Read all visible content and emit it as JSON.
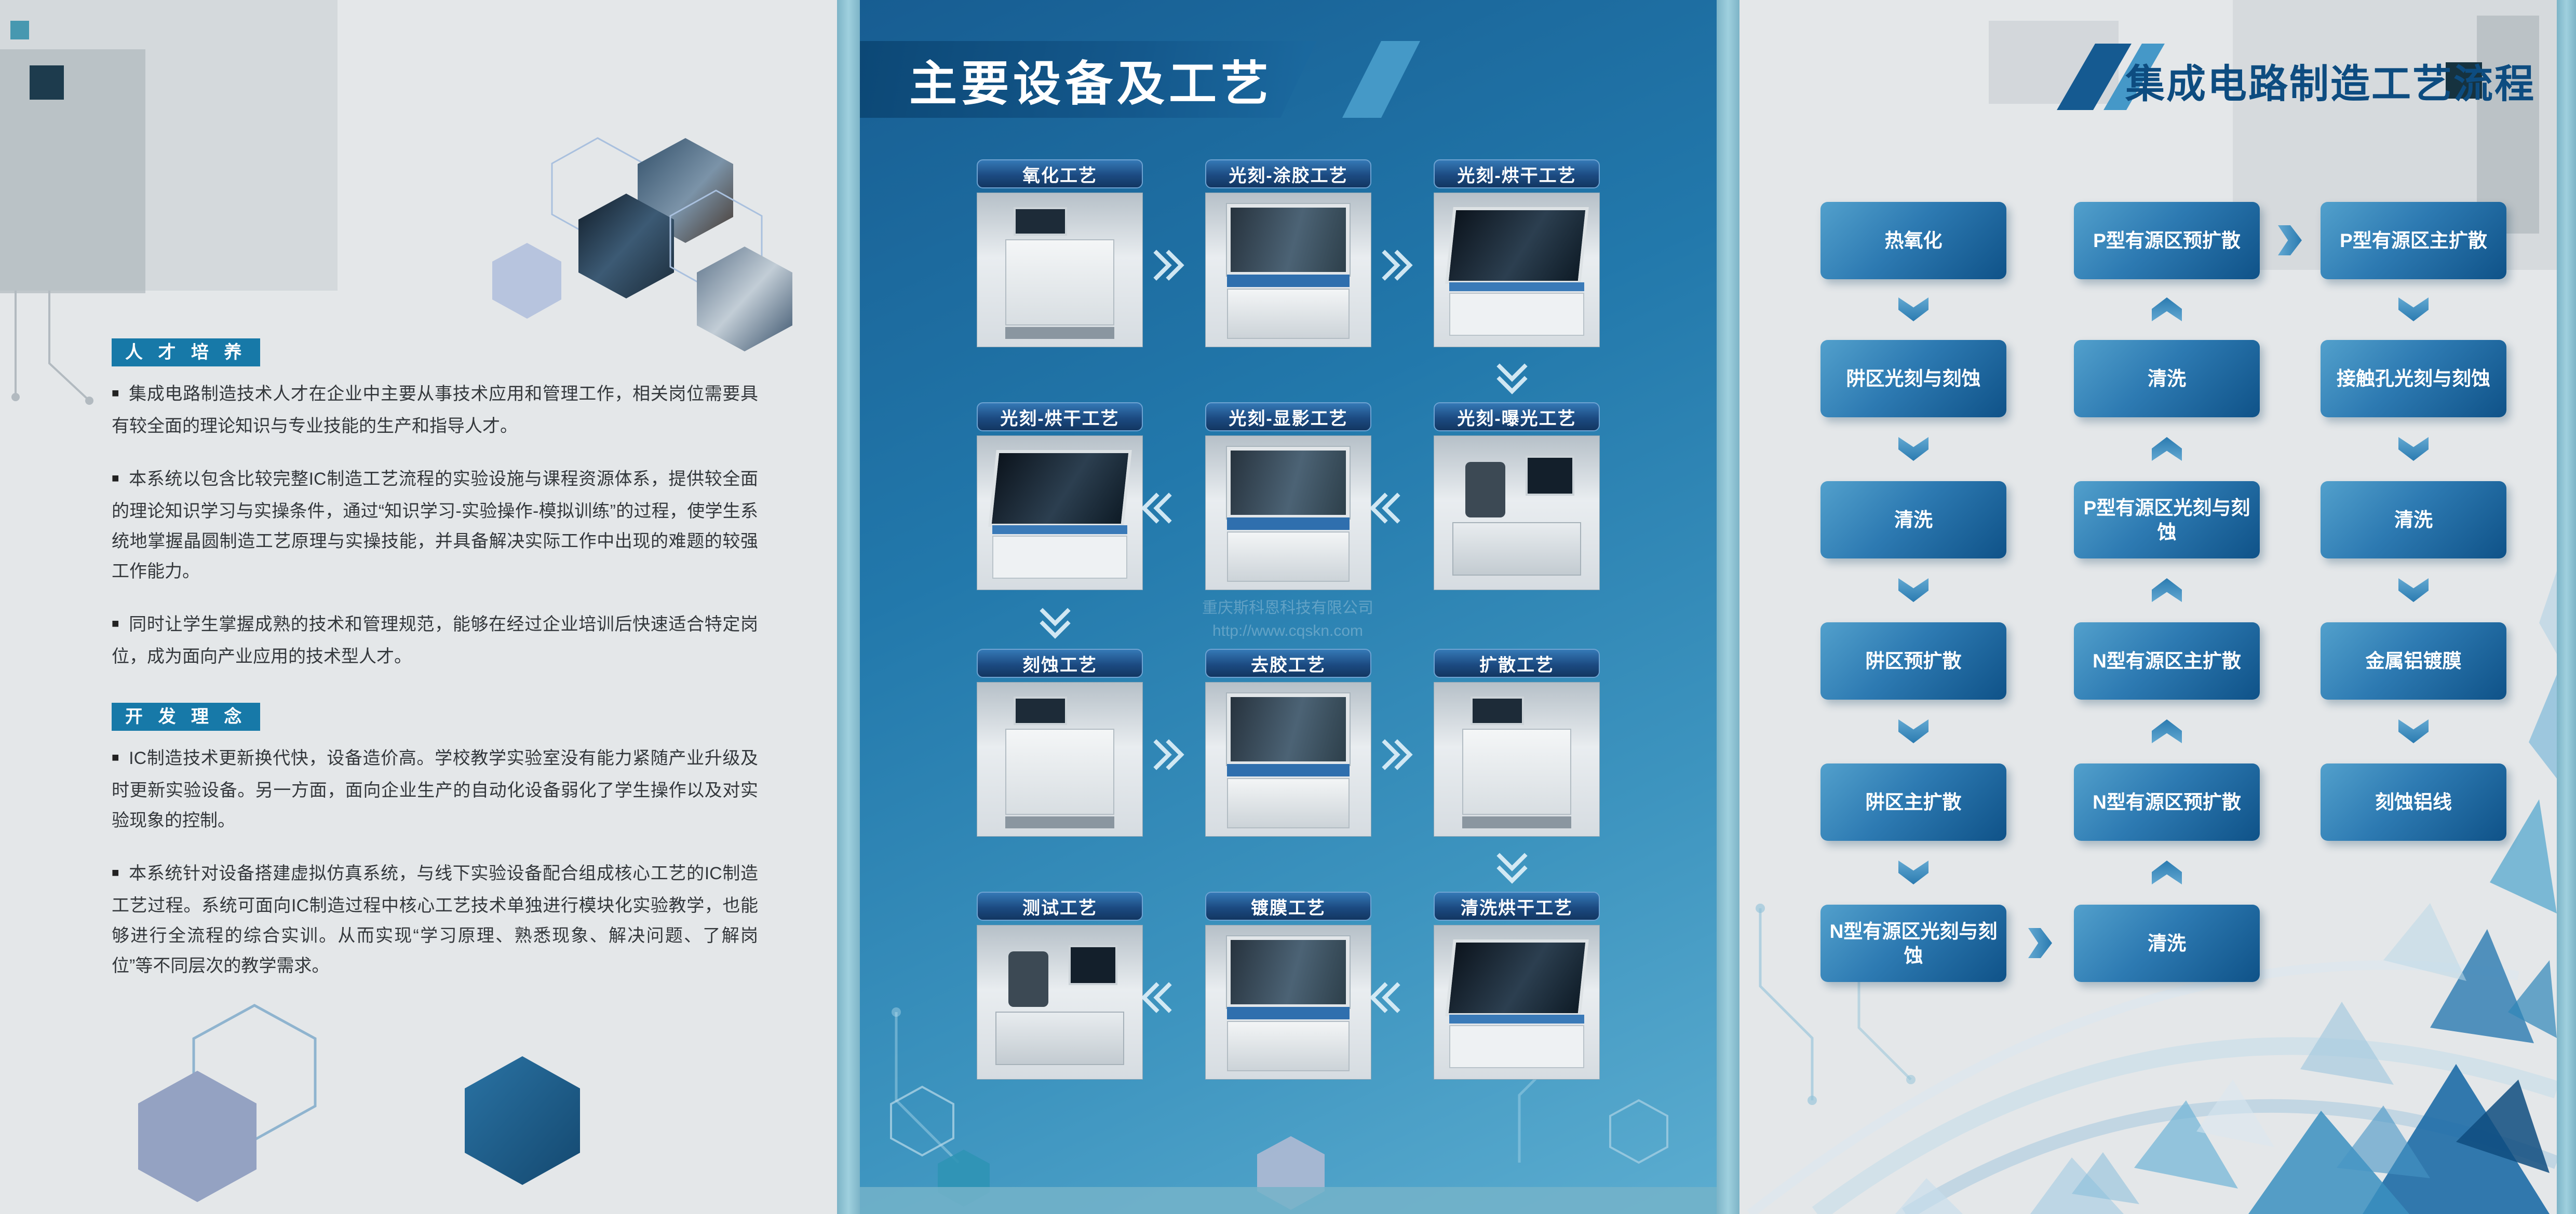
{
  "brochure": {
    "left": {
      "bullet": "■",
      "sections": [
        {
          "title": "人 才 培 养",
          "paragraphs": [
            "集成电路制造技术人才在企业中主要从事技术应用和管理工作，相关岗位需要具有较全面的理论知识与专业技能的生产和指导人才。",
            "本系统以包含比较完整IC制造工艺流程的实验设施与课程资源体系，提供较全面的理论知识学习与实操条件，通过“知识学习-实验操作-模拟训练”的过程，使学生系统地掌握晶圆制造工艺原理与实操技能，并具备解决实际工作中出现的难题的较强工作能力。",
            "同时让学生掌握成熟的技术和管理规范，能够在经过企业培训后快速适合特定岗位，成为面向产业应用的技术型人才。"
          ]
        },
        {
          "title": "开 发 理 念",
          "paragraphs": [
            "IC制造技术更新换代快，设备造价高。学校教学实验室没有能力紧随产业升级及时更新实验设备。另一方面，面向企业生产的自动化设备弱化了学生操作以及对实验现象的控制。",
            "本系统针对设备搭建虚拟仿真系统，与线下实验设备配合组成核心工艺的IC制造工艺过程。系统可面向IC制造过程中核心工艺技术单独进行模块化实验教学，也能够进行全流程的综合实训。从而实现“学习原理、熟悉现象、解决问题、了解岗位”等不同层次的教学需求。"
          ]
        }
      ]
    },
    "middle": {
      "title": "主要设备及工艺",
      "watermark": {
        "company": "重庆斯科恩科技有限公司",
        "url": "http://www.cqskn.com"
      },
      "rows": [
        {
          "items": [
            "氧化工艺",
            "光刻-涂胶工艺",
            "光刻-烘干工艺"
          ]
        },
        {
          "items": [
            "光刻-烘干工艺",
            "光刻-显影工艺",
            "光刻-曝光工艺"
          ]
        },
        {
          "items": [
            "刻蚀工艺",
            "去胶工艺",
            "扩散工艺"
          ]
        },
        {
          "items": [
            "测试工艺",
            "镀膜工艺",
            "清洗烘干工艺"
          ]
        }
      ]
    },
    "right": {
      "title": "集成电路制造工艺流程",
      "columns": [
        {
          "flow": "down",
          "boxes": [
            "热氧化",
            "阱区光刻与刻蚀",
            "清洗",
            "阱区预扩散",
            "阱区主扩散",
            "N型有源区光刻与刻蚀"
          ]
        },
        {
          "flow": "up",
          "boxes": [
            "P型有源区预扩散",
            "清洗",
            "P型有源区光刻与刻蚀",
            "N型有源区主扩散",
            "N型有源区预扩散",
            "清洗"
          ]
        },
        {
          "flow": "down",
          "boxes": [
            "P型有源区主扩散",
            "接触孔光刻与刻蚀",
            "清洗",
            "金属铝镀膜",
            "刻蚀铝线"
          ]
        }
      ]
    },
    "colors": {
      "middle_bg_top": "#175d92",
      "middle_bg_bottom": "#5cadd0",
      "banner_blue": "#14588c",
      "flow_box_light": "#52a0cc",
      "flow_box_dark": "#0f5288",
      "fold_strip": "#8fc3d3",
      "section_badge": "#1779a8",
      "right_title_text": "#0d4c80"
    }
  }
}
